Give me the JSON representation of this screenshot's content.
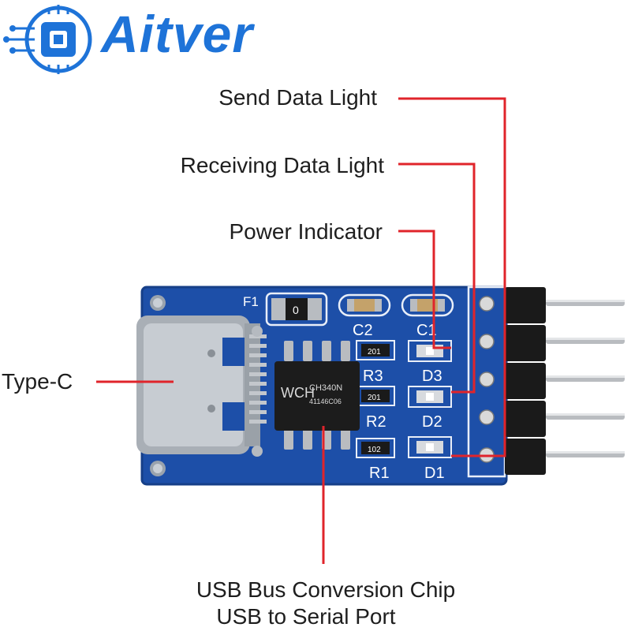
{
  "brand": {
    "name": "Aitver",
    "color": "#1e73d8",
    "logo_icon": "chip-circuit-icon"
  },
  "callouts": {
    "send_data_light": "Send Data Light",
    "receiving_data_light": "Receiving Data Light",
    "power_indicator": "Power Indicator",
    "type_c": "Type-C",
    "chip_line1": "USB Bus Conversion Chip",
    "chip_line2": "USB to Serial Port"
  },
  "board": {
    "silkscreen": {
      "fuse": "F1",
      "fuse_value": "0",
      "c2": "C2",
      "c1": "C1",
      "r3": "R3",
      "r2": "R2",
      "r1": "R1",
      "d3": "D3",
      "d2": "D2",
      "d1": "D1",
      "r3_value": "201",
      "r2_value": "201",
      "r1_value": "102",
      "chip_part": "CH340N",
      "chip_code": "41146C06",
      "chip_logo": "WCH"
    },
    "pcb_color": "#1d4fa8",
    "leader_color": "#e0242b"
  }
}
